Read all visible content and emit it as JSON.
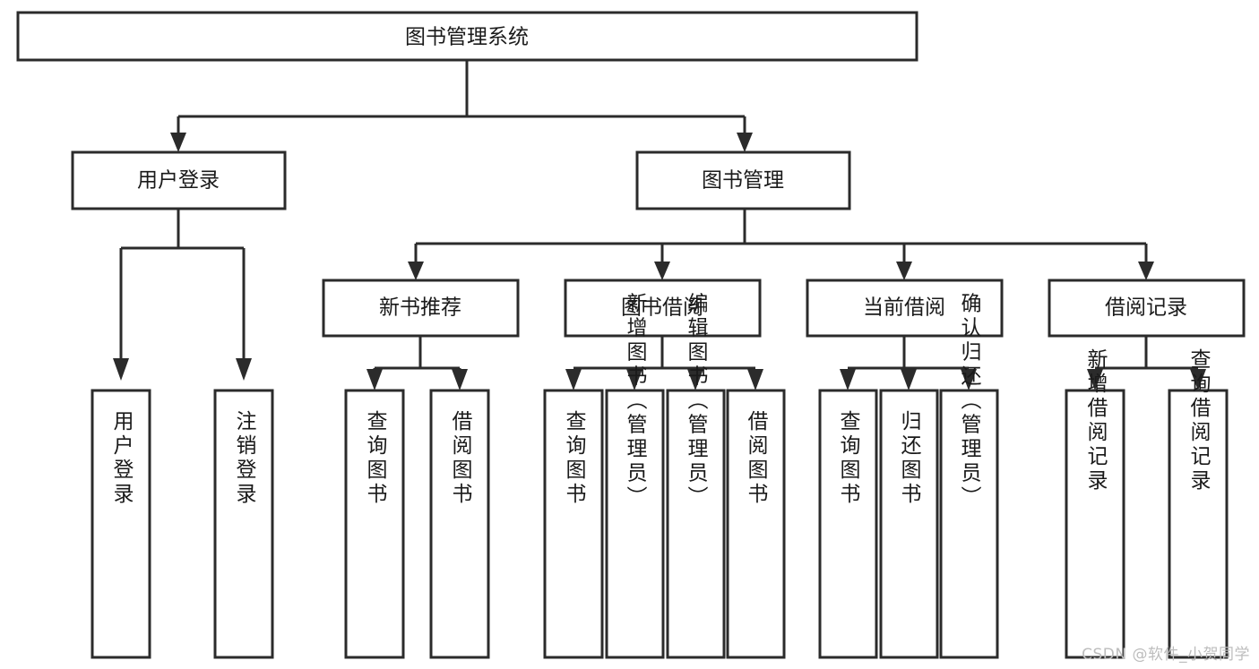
{
  "diagram": {
    "title": "图书管理系统",
    "type": "tree-hierarchy",
    "watermark": "CSDN @软件_小贺同学",
    "colors": {
      "box_stroke": "#2b2b2b",
      "box_fill": "#ffffff",
      "text": "#1a1a1a",
      "connector": "#2b2b2b",
      "background": "#ffffff",
      "watermark": "#bdbdbd"
    },
    "root": {
      "label": "图书管理系统"
    },
    "level2": [
      {
        "label": "用户登录"
      },
      {
        "label": "图书管理"
      }
    ],
    "level3": [
      {
        "label": "新书推荐"
      },
      {
        "label": "图书借阅"
      },
      {
        "label": "当前借阅"
      },
      {
        "label": "借阅记录"
      }
    ],
    "leaves_user_login": [
      {
        "label": "用户登录"
      },
      {
        "label": "注销登录"
      }
    ],
    "leaves_new_books": [
      {
        "label": "查询图书"
      },
      {
        "label": "借阅图书"
      }
    ],
    "leaves_borrow": [
      {
        "label": "查询图书"
      },
      {
        "label": "新增图书（管理员）"
      },
      {
        "label": "编辑图书（管理员）"
      },
      {
        "label": "借阅图书"
      }
    ],
    "leaves_current": [
      {
        "label": "查询图书"
      },
      {
        "label": "归还图书"
      },
      {
        "label": "确认归还（管理员）"
      }
    ],
    "leaves_records": [
      {
        "label": "新增借阅记录"
      },
      {
        "label": "查询借阅记录"
      }
    ]
  }
}
